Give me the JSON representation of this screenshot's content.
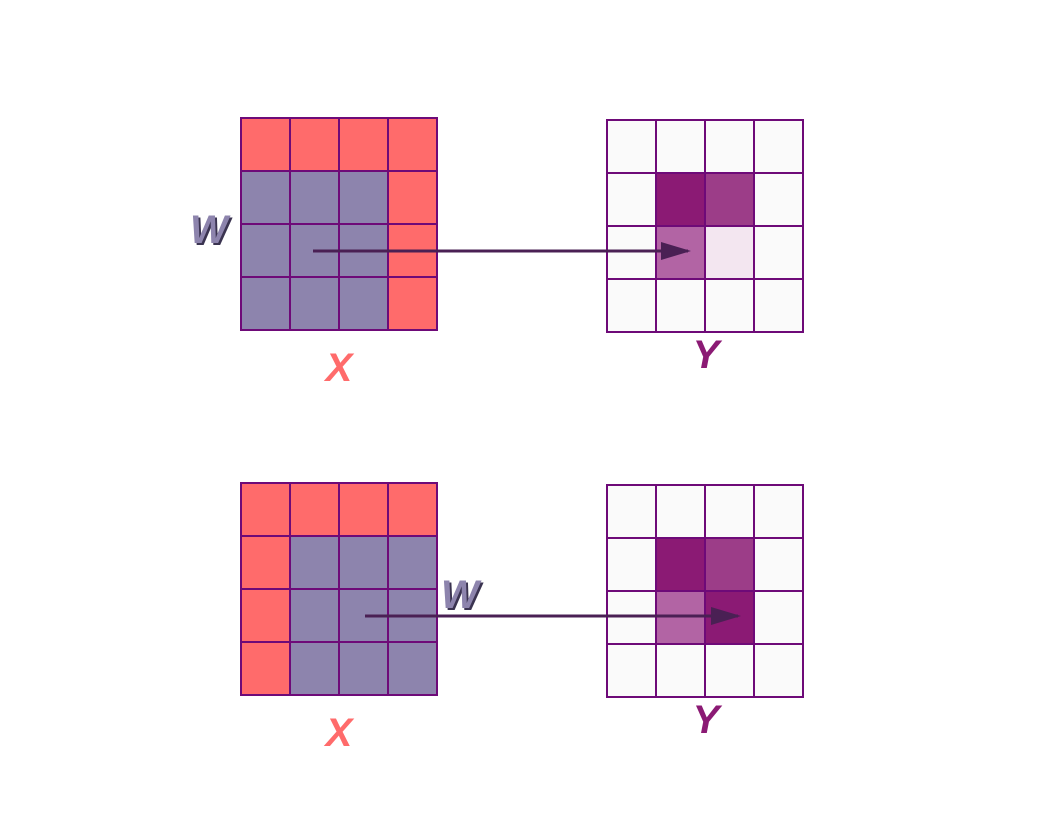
{
  "colors": {
    "input_cell": "#ff6b6b",
    "kernel_cell": "#8d84ad",
    "grid_line": "#6e0a78",
    "output_empty": "#fafafa",
    "out_dark": "#8b1a74",
    "out_medium": "#9c3d88",
    "out_light": "#b264a4",
    "out_faint": "#f3e6f0",
    "arrow": "#4a2054",
    "label_x": "#ff6b6b",
    "label_y": "#8b1a74",
    "label_w": "#8d84ad"
  },
  "panels": [
    {
      "input_label": "X",
      "output_label": "Y",
      "kernel_label": "W",
      "kernel_origin": [
        1,
        0
      ],
      "kernel_size": 3,
      "output_cells": [
        {
          "row": 1,
          "col": 1,
          "shade": "out_dark"
        },
        {
          "row": 1,
          "col": 2,
          "shade": "out_medium"
        },
        {
          "row": 2,
          "col": 1,
          "shade": "out_light"
        },
        {
          "row": 2,
          "col": 2,
          "shade": "out_faint"
        }
      ]
    },
    {
      "input_label": "X",
      "output_label": "Y",
      "kernel_label": "W",
      "kernel_origin": [
        1,
        1
      ],
      "kernel_size": 3,
      "output_cells": [
        {
          "row": 1,
          "col": 1,
          "shade": "out_dark"
        },
        {
          "row": 1,
          "col": 2,
          "shade": "out_medium"
        },
        {
          "row": 2,
          "col": 1,
          "shade": "out_light"
        },
        {
          "row": 2,
          "col": 2,
          "shade": "out_dark"
        }
      ]
    }
  ]
}
